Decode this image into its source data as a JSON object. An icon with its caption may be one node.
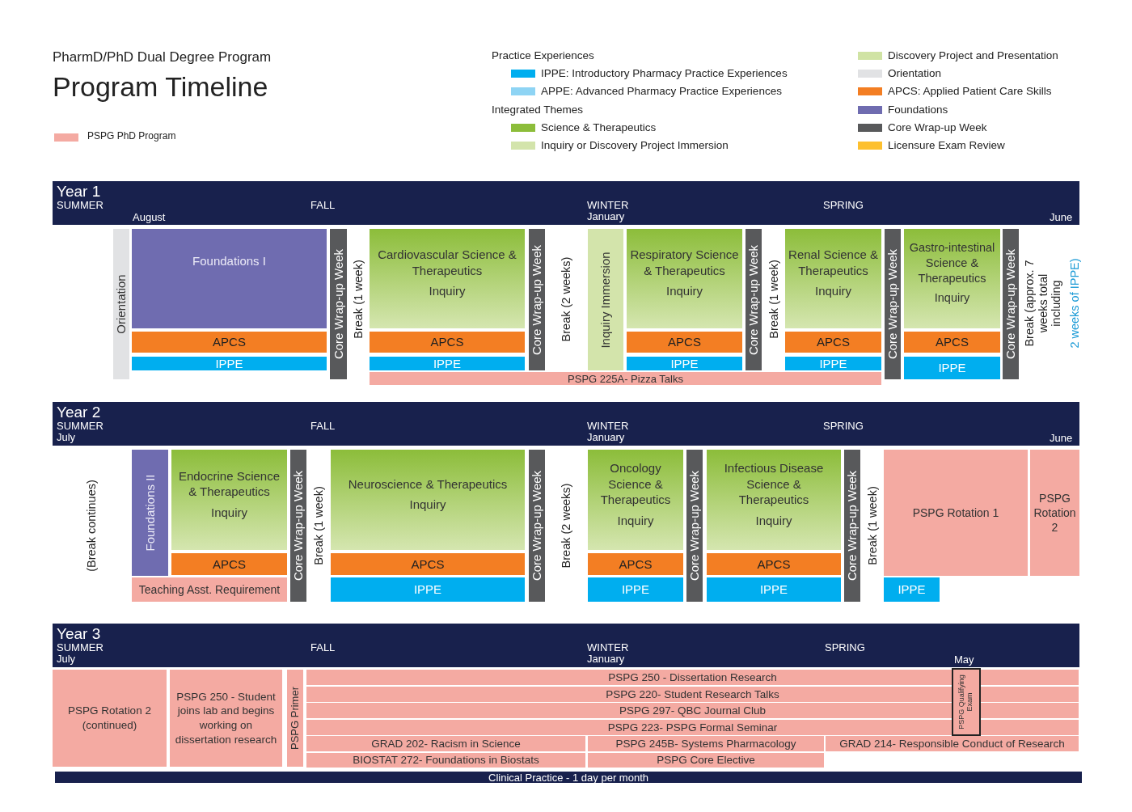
{
  "diagram": {
    "title": "Program Timeline",
    "nodes": [
      {
        "text": [
          "Year 1",
          "SUMMER",
          "FALL",
          "WINTER",
          "SPRING",
          "August",
          "January",
          "June"
        ]
      },
      {
        "text": [
          "Orientation"
        ]
      },
      {
        "text": [
          "Foundations I"
        ]
      },
      {
        "text": [
          "APCS"
        ]
      },
      {
        "text": [
          "IPPE"
        ]
      },
      {
        "text": [
          "Core Wrap-up Week"
        ]
      },
      {
        "text": [
          "Cardiovascular Science & Therapeutics",
          "Inquiry"
        ]
      },
      {
        "text": [
          "APCS"
        ]
      },
      {
        "text": [
          "IPPE"
        ]
      },
      {
        "text": [
          "Core Wrap-up Week"
        ]
      },
      {
        "text": [
          "Inquiry Immersion"
        ]
      },
      {
        "text": [
          "Respiratory Science & Therapeutics",
          "Inquiry"
        ]
      },
      {
        "text": [
          "APCS"
        ]
      },
      {
        "text": [
          "IPPE"
        ]
      },
      {
        "text": [
          "Core Wrap-up Week"
        ]
      },
      {
        "text": [
          "Renal Science & Therapeutics",
          "Inquiry"
        ]
      },
      {
        "text": [
          "APCS"
        ]
      },
      {
        "text": [
          "IPPE"
        ]
      },
      {
        "text": [
          "Core Wrap-up Week"
        ]
      },
      {
        "text": [
          "Gastro-intestinal Science & Therapeutics",
          "Inquiry"
        ]
      },
      {
        "text": [
          "APCS"
        ]
      },
      {
        "text": [
          "IPPE"
        ]
      },
      {
        "text": [
          "Core Wrap-up Week"
        ]
      },
      {
        "text": [
          "PSPG 225A- Pizza Talks"
        ]
      },
      {
        "text": [
          "Year 2",
          "SUMMER",
          "FALL",
          "WINTER",
          "SPRING",
          "July",
          "January",
          "June"
        ]
      },
      {
        "text": [
          "Foundations II"
        ]
      },
      {
        "text": [
          "Endocrine Science & Therapeutics",
          "Inquiry"
        ]
      },
      {
        "text": [
          "APCS"
        ]
      },
      {
        "text": [
          "Teaching Asst. Requirement"
        ]
      },
      {
        "text": [
          "Core Wrap-up Week"
        ]
      },
      {
        "text": [
          "Neuroscience & Therapeutics",
          "Inquiry"
        ]
      },
      {
        "text": [
          "APCS"
        ]
      },
      {
        "text": [
          "IPPE"
        ]
      },
      {
        "text": [
          "Core Wrap-up Week"
        ]
      },
      {
        "text": [
          "Oncology Science & Therapeutics",
          "Inquiry"
        ]
      },
      {
        "text": [
          "APCS"
        ]
      },
      {
        "text": [
          "IPPE"
        ]
      },
      {
        "text": [
          "Core Wrap-up Week"
        ]
      },
      {
        "text": [
          "Infectious Disease Science & Therapeutics",
          "Inquiry"
        ]
      },
      {
        "text": [
          "APCS"
        ]
      },
      {
        "text": [
          "IPPE"
        ]
      },
      {
        "text": [
          "Core Wrap-up Week"
        ]
      },
      {
        "text": [
          "PSPG Rotation 1"
        ]
      },
      {
        "text": [
          "PSPG Rotation 2"
        ]
      },
      {
        "text": [
          "IPPE"
        ]
      },
      {
        "text": [
          "Year 3",
          "SUMMER",
          "FALL",
          "WINTER",
          "SPRING",
          "July",
          "January",
          "May"
        ]
      },
      {
        "text": [
          "PSPG Rotation 2 (continued)"
        ]
      },
      {
        "text": [
          "PSPG 250 - Student joins lab and begins working on dissertation research"
        ]
      },
      {
        "text": [
          "PSPG Primer"
        ]
      },
      {
        "text": [
          "PSPG 250 - Dissertation Research"
        ]
      },
      {
        "text": [
          "PSPG 220- Student Research Talks"
        ]
      },
      {
        "text": [
          "PSPG 297- QBC Journal Club"
        ]
      },
      {
        "text": [
          "PSPG 223- PSPG Formal Seminar"
        ]
      },
      {
        "text": [
          "GRAD 202- Racism in Science"
        ]
      },
      {
        "text": [
          "BIOSTAT 272- Foundations in Biostats"
        ]
      },
      {
        "text": [
          "PSPG 245B- Systems Pharmacology"
        ]
      },
      {
        "text": [
          "PSPG Core Elective"
        ]
      },
      {
        "text": [
          "GRAD 214- Responsible Conduct of Research"
        ]
      },
      {
        "text": [
          "PSPG Qualifying Exam"
        ]
      },
      {
        "text": [
          "Clinical Practice - 1 day per month"
        ]
      }
    ],
    "labels": [
      "PharmD/PhD Dual Degree Program",
      "Practice Experiences",
      "Integrated Themes",
      "Break (1 week)",
      "Break (2 weeks)",
      "Break (1 week)",
      "Break (approx. 7 weeks total including",
      "2 weeks of IPPE)",
      "(Break continues)",
      "Break (1 week)",
      "Break (2 weeks)",
      "Break (1 week)"
    ],
    "legend": [
      {
        "text": "PSPG PhD Program",
        "color": "#f4aaa2"
      },
      {
        "text": "IPPE: Introductory Pharmacy Practice Experiences",
        "color": "#00aeef"
      },
      {
        "text": "APPE: Advanced Pharmacy Practice Experiences",
        "color": "#8ed4f4"
      },
      {
        "text": "Science & Therapeutics",
        "color": "#8cbd3a"
      },
      {
        "text": "Inquiry or Discovery Project Immersion",
        "color": "#d3e4ab"
      },
      {
        "text": "Discovery Project and Presentation",
        "color": "#d0e3a4"
      },
      {
        "text": "Orientation",
        "color": "#e1e2e4"
      },
      {
        "text": "APCS: Applied Patient Care Skills",
        "color": "#f37e23"
      },
      {
        "text": "Foundations",
        "color": "#6f6cb0"
      },
      {
        "text": "Core Wrap-up Week",
        "color": "#58595b"
      },
      {
        "text": "Licensure Exam Review",
        "color": "#fdc02f"
      }
    ]
  }
}
